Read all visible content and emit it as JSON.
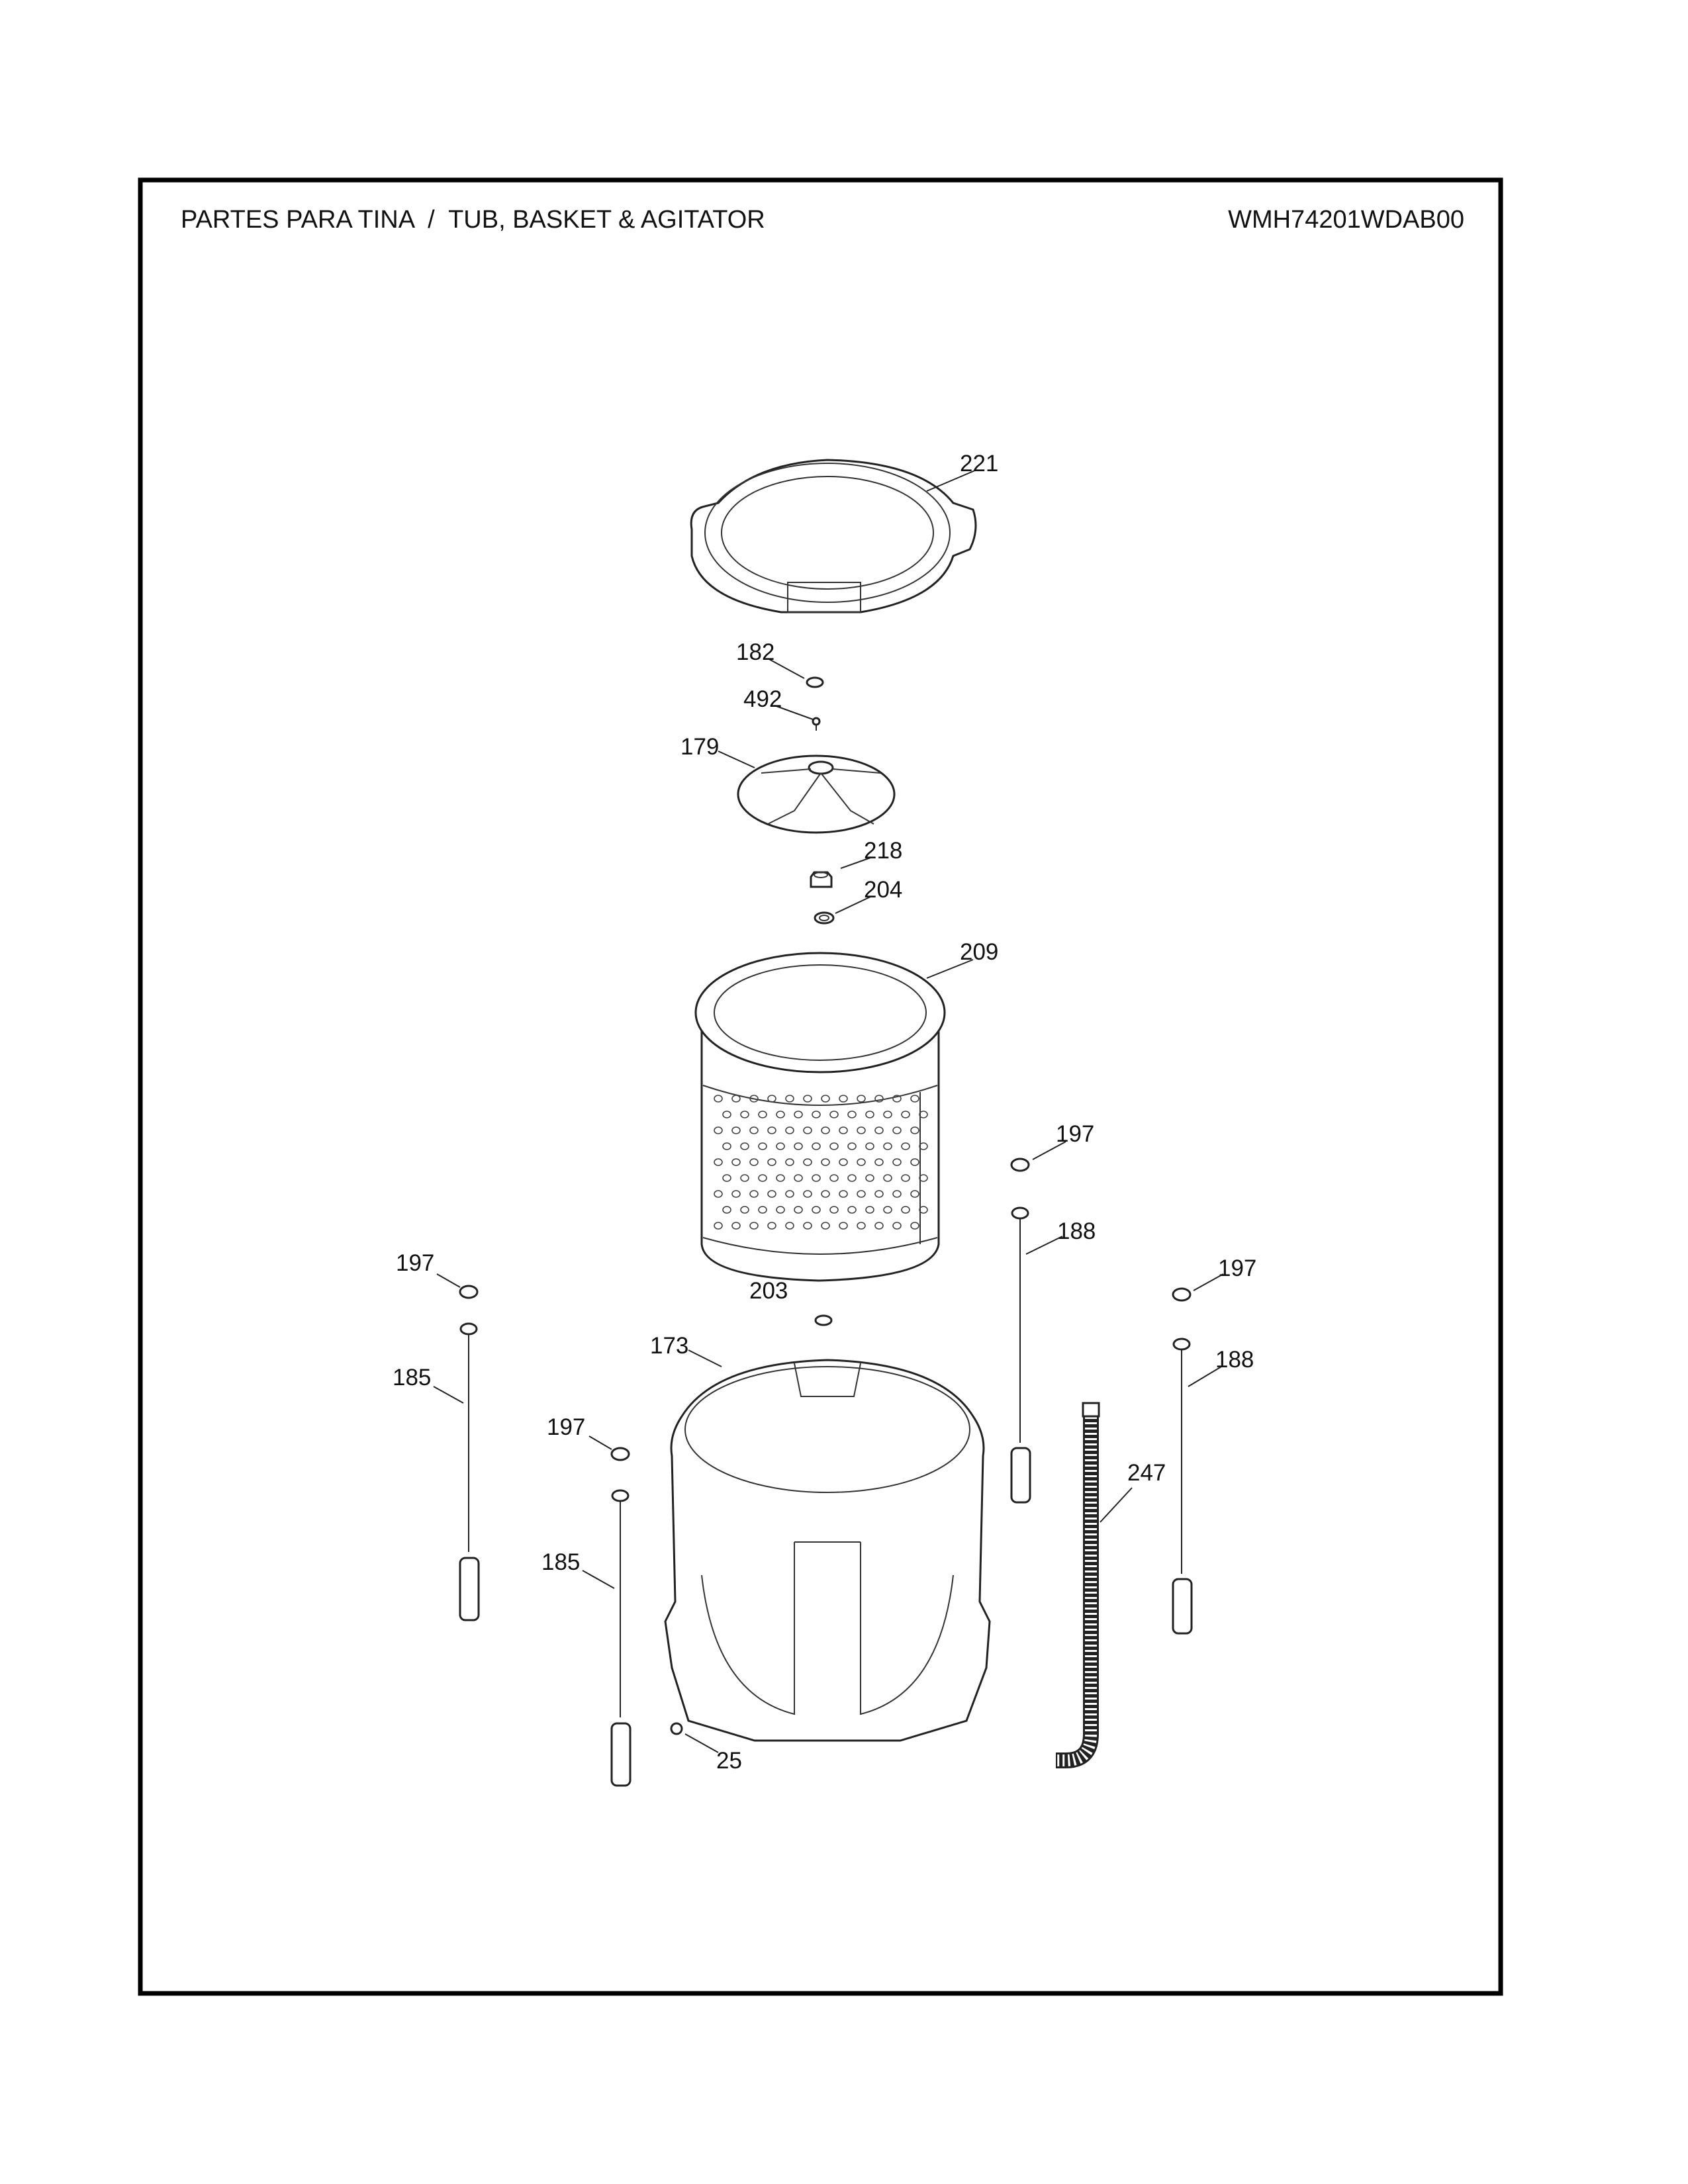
{
  "header": {
    "title": "PARTES PARA TINA  /  TUB, BASKET & AGITATOR",
    "model": "WMH74201WDAB00"
  },
  "callouts": [
    {
      "id": "221",
      "part": "tub-cover"
    },
    {
      "id": "182",
      "part": "cap"
    },
    {
      "id": "492",
      "part": "screw"
    },
    {
      "id": "179",
      "part": "pulsator"
    },
    {
      "id": "218",
      "part": "nut"
    },
    {
      "id": "204",
      "part": "washer"
    },
    {
      "id": "209",
      "part": "basket"
    },
    {
      "id": "197",
      "part": "suspension-cap"
    },
    {
      "id": "188",
      "part": "suspension-rod"
    },
    {
      "id": "197",
      "part": "suspension-cap"
    },
    {
      "id": "188",
      "part": "suspension-rod"
    },
    {
      "id": "197",
      "part": "suspension-cap"
    },
    {
      "id": "185",
      "part": "suspension-rod"
    },
    {
      "id": "197",
      "part": "suspension-cap"
    },
    {
      "id": "185",
      "part": "suspension-rod"
    },
    {
      "id": "203",
      "part": "seal"
    },
    {
      "id": "173",
      "part": "outer-tub"
    },
    {
      "id": "25",
      "part": "clip"
    },
    {
      "id": "247",
      "part": "drain-hose"
    }
  ]
}
